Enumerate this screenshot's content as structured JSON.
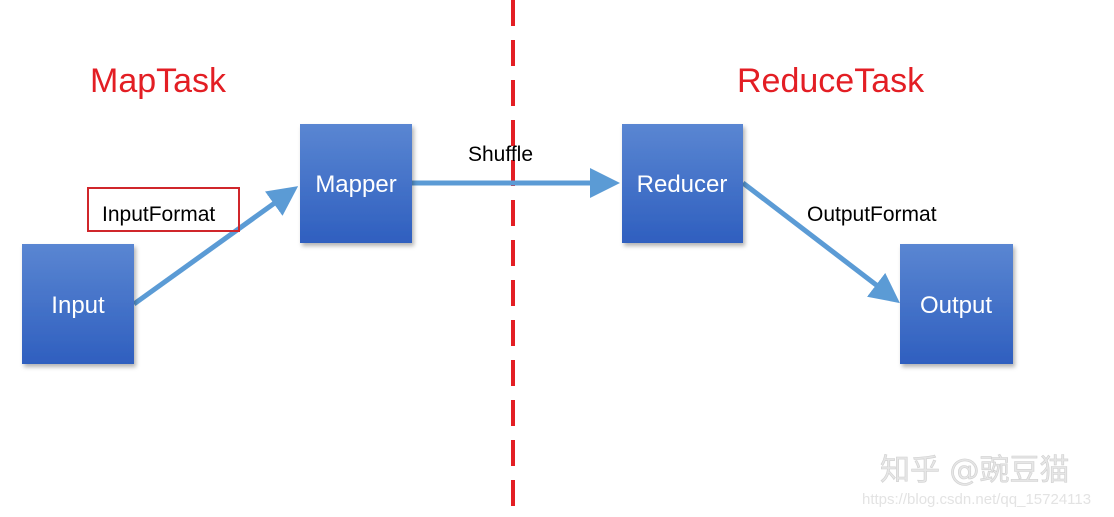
{
  "phases": {
    "map": "MapTask",
    "reduce": "ReduceTask"
  },
  "nodes": {
    "input": "Input",
    "mapper": "Mapper",
    "reducer": "Reducer",
    "output": "Output"
  },
  "edges": {
    "input_format": "InputFormat",
    "shuffle": "Shuffle",
    "output_format": "OutputFormat"
  },
  "watermark": {
    "line1": "知乎 @豌豆猫",
    "line2": "https://blog.csdn.net/qq_15724113"
  },
  "colors": {
    "phase_text": "#e31e24",
    "divider": "#e31e24",
    "box": "#3f6fc8",
    "arrow": "#5b9bd5",
    "highlight_border": "#d0262b"
  }
}
